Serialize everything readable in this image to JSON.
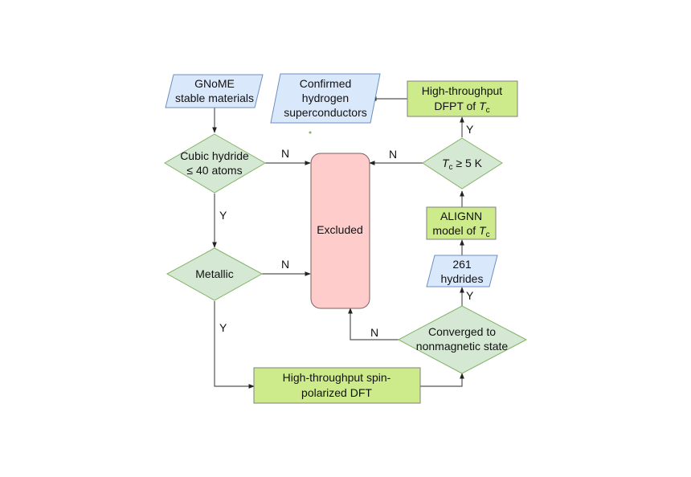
{
  "colors": {
    "data_fill": "#dae8fc",
    "data_stroke": "#6c8ebf",
    "decision_fill": "#d5e8d4",
    "decision_stroke": "#82b366",
    "process_fill": "#cdeb8b",
    "process_stroke": "#7f7f7f",
    "excluded_fill": "#ffcccc",
    "excluded_stroke": "#7f5f5f",
    "edge": "#555555"
  },
  "nodes": {
    "gnome": {
      "line1": "GNoME",
      "line2": "stable materials"
    },
    "confirmed": {
      "line1": "Confirmed",
      "line2": "hydrogen",
      "line3": "superconductors"
    },
    "dfpt": {
      "line1": "High-throughput",
      "line2_prefix": "DFPT of ",
      "var": "T",
      "sub": "c"
    },
    "cubic": {
      "line1": "Cubic hydride",
      "line2": "≤ 40 atoms"
    },
    "tc_check": {
      "var": "T",
      "sub": "c",
      "suffix": " ≥ 5 K"
    },
    "excluded": {
      "label": "Excluded"
    },
    "alignn": {
      "line1": "ALIGNN",
      "line2_prefix": "model of ",
      "var": "T",
      "sub": "c"
    },
    "hydrides": {
      "line1": "261",
      "line2": "hydrides"
    },
    "metallic": {
      "label": "Metallic"
    },
    "converged": {
      "line1": "Converged to",
      "line2": "nonmagnetic state"
    },
    "spin_dft": {
      "line1": "High-throughput spin-",
      "line2": "polarized DFT"
    }
  },
  "edge_labels": {
    "cubic_no": "N",
    "cubic_yes": "Y",
    "metallic_no": "N",
    "metallic_yes": "Y",
    "converged_no": "N",
    "converged_yes": "Y",
    "tc_no": "N",
    "tc_yes": "Y"
  }
}
